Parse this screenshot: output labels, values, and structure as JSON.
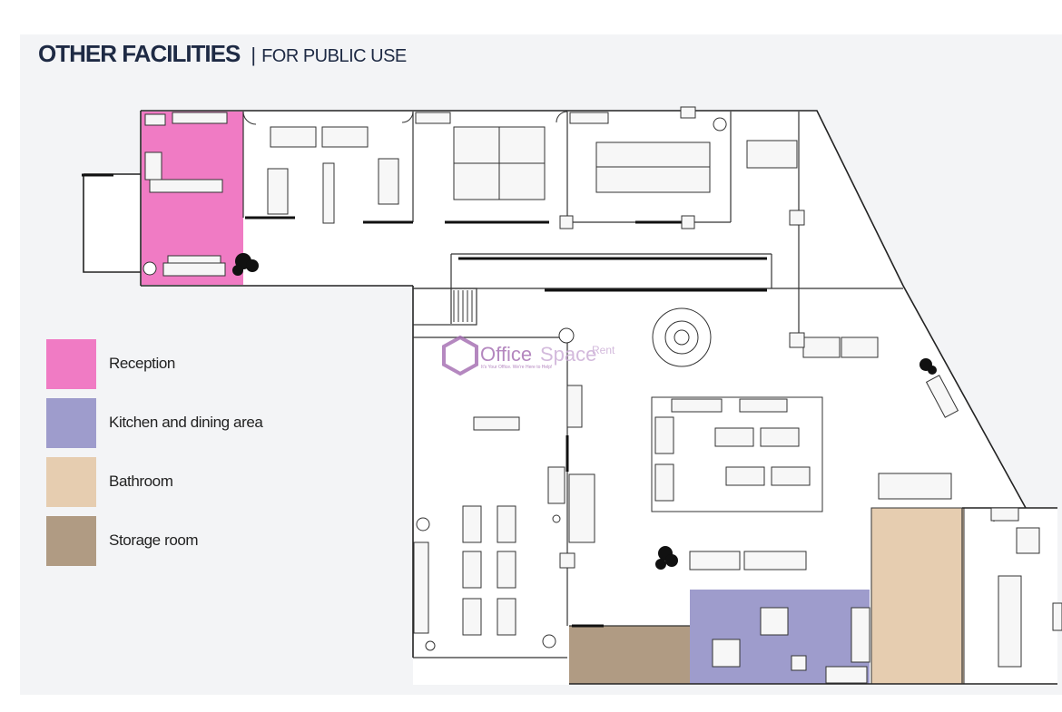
{
  "header": {
    "title": "OTHER FACILITIES",
    "separator": "|",
    "subtitle": "FOR PUBLIC USE"
  },
  "legend": {
    "items": [
      {
        "label": "Reception",
        "color": "#f07bc4"
      },
      {
        "label": "Kitchen and dining area",
        "color": "#9e9ccc"
      },
      {
        "label": "Bathroom",
        "color": "#e6cdb0"
      },
      {
        "label": "Storage room",
        "color": "#b09b83"
      }
    ]
  },
  "watermark": {
    "brand_part1": "Office",
    "brand_part2": "Space",
    "brand_part3": "Rent",
    "tagline": "It's Your Office. We're Here to Help!"
  }
}
